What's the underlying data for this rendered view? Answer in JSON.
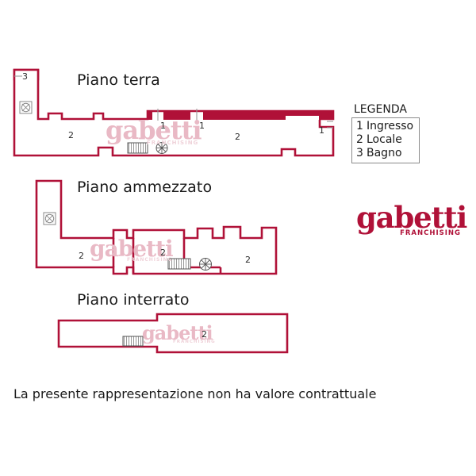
{
  "document": {
    "type": "floor-plan",
    "caption": "La presente rappresentazione non ha valore contrattuale"
  },
  "floors": [
    {
      "id": "terra",
      "title": "Piano terra"
    },
    {
      "id": "ammezzato",
      "title": "Piano ammezzato"
    },
    {
      "id": "interrato",
      "title": "Piano interrato"
    }
  ],
  "legend": {
    "title": "LEGENDA",
    "items": [
      {
        "number": "1",
        "label": "Ingresso"
      },
      {
        "number": "2",
        "label": "Locale"
      },
      {
        "number": "3",
        "label": "Bagno"
      }
    ]
  },
  "logo": {
    "word": "gabetti",
    "subtitle": "FRANCHISING",
    "color": "#B01138"
  },
  "watermark": {
    "word": "gabetti",
    "subtitle": "FRANCHISING",
    "color": "#E9B9C5"
  },
  "colors": {
    "wall": "#B01138",
    "wall_fill": "#B01138",
    "text": "#1a1a1a",
    "legend_border": "#8a8a8a",
    "background": "#ffffff"
  },
  "room_labels": {
    "terra": [
      "3",
      "2",
      "1",
      "1",
      "2",
      "1"
    ],
    "ammezzato": [
      "2",
      "2",
      "2"
    ],
    "interrato": [
      "2"
    ]
  },
  "icons": {
    "stair": "staircase-icon",
    "spiral_stair": "spiral-staircase-icon",
    "fixture": "window-fixture-icon"
  }
}
